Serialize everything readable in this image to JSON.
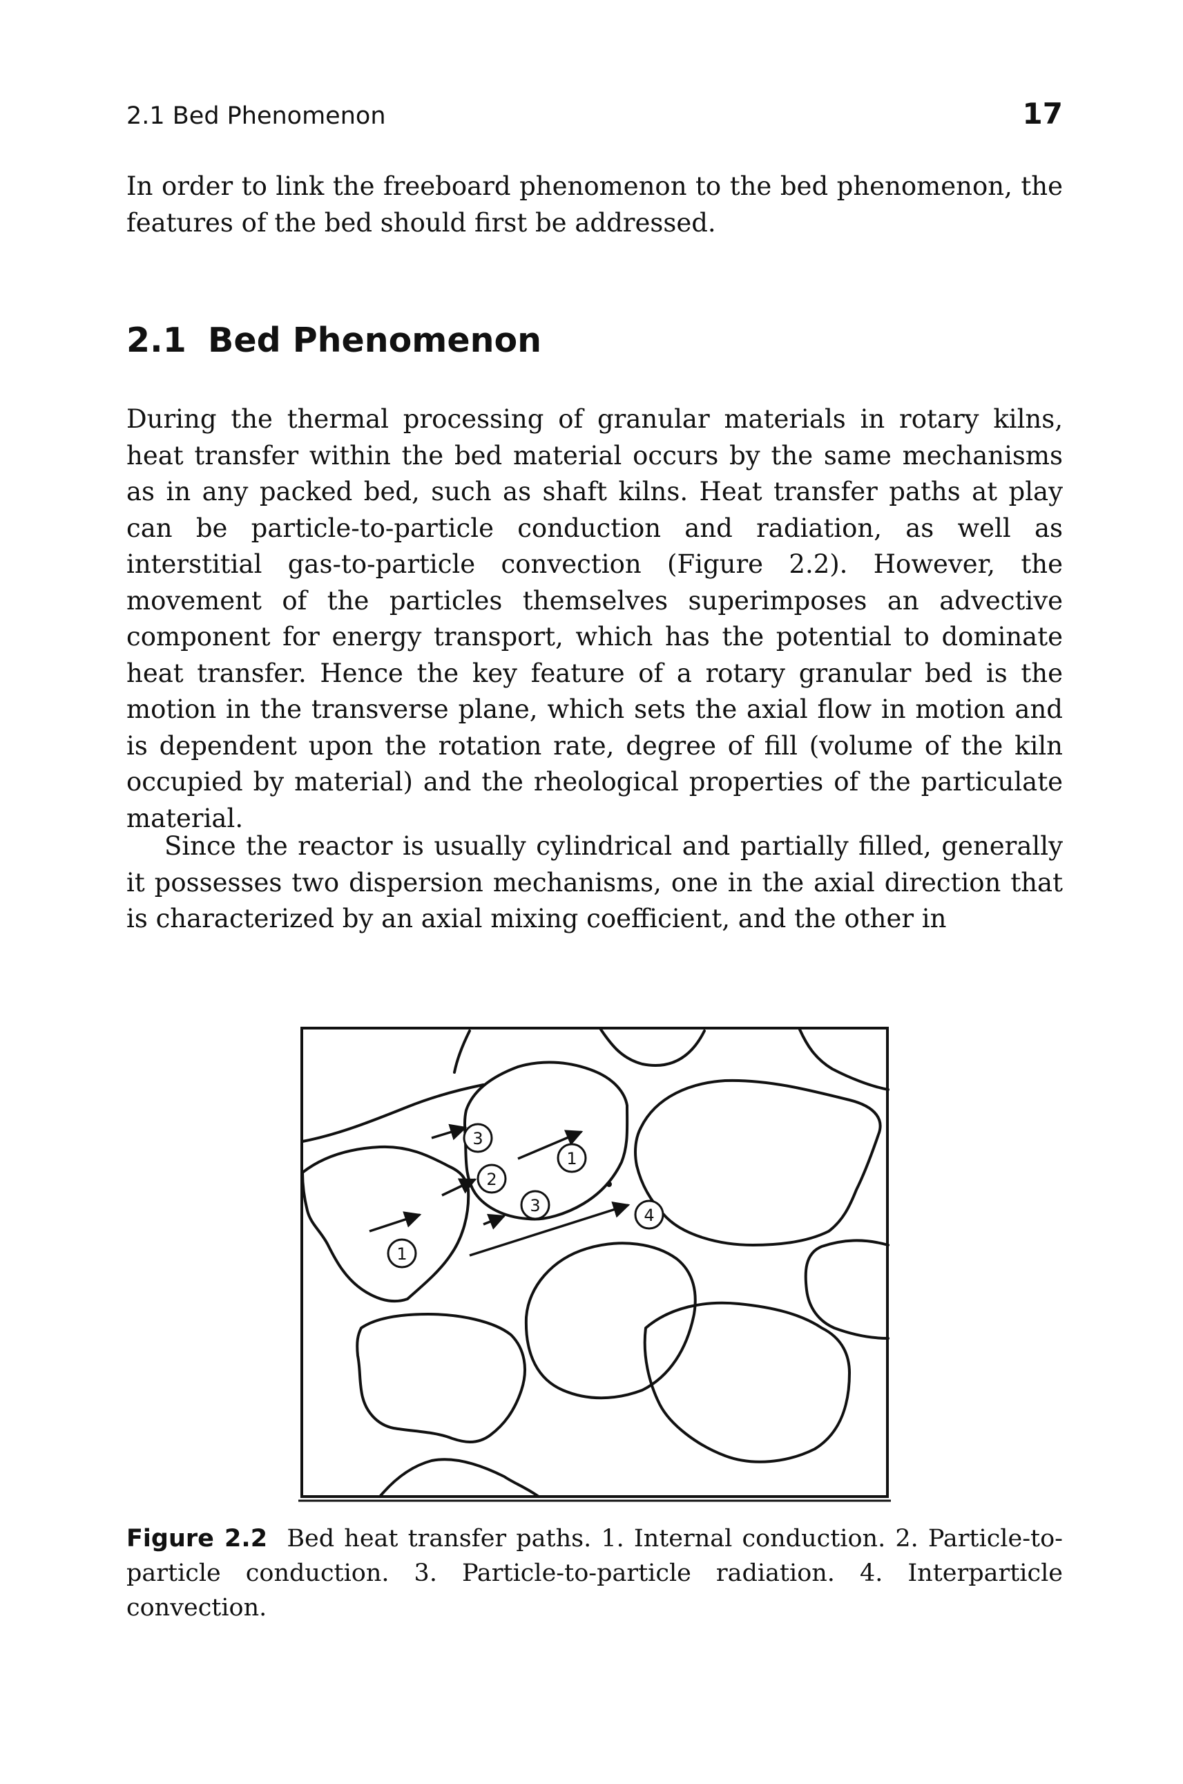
{
  "header": {
    "running_head": "2.1   Bed Phenomenon",
    "page_number": "17"
  },
  "intro_paragraph": "In order to link the freeboard phenomenon to the bed phenomenon, the features of the bed should first be addressed.",
  "section": {
    "number": "2.1",
    "title": "Bed Phenomenon"
  },
  "paragraph_1": "During the thermal processing of granular materials in rotary kilns, heat transfer within the bed material occurs by the same mechanisms as in any packed bed, such as shaft kilns. Heat transfer paths at play can be particle-to-particle conduction and radiation, as well as interstitial gas-to-particle convection (Figure 2.2). However, the movement of the particles themselves superimposes an advective component for energy transport, which has the potential to dominate heat transfer. Hence the key feature of a rotary granular bed is the motion in the transverse plane, which sets the axial flow in motion and is dependent upon the rotation rate, degree of fill (volume of the kiln occupied by material) and the rheological properties of the particulate material.",
  "paragraph_2": "Since the reactor is usually cylindrical and partially filled, generally it possesses two dispersion mechanisms, one in the axial direction that is characterized by an axial mixing coefficient, and the other in",
  "figure": {
    "markers": [
      "3",
      "1",
      "2",
      "3",
      "4",
      "1"
    ]
  },
  "caption": {
    "label": "Figure 2.2",
    "text": "Bed heat transfer paths. 1. Internal conduction. 2. Particle-to-particle conduction. 3. Particle-to-particle radiation. 4. Interparticle convection."
  }
}
